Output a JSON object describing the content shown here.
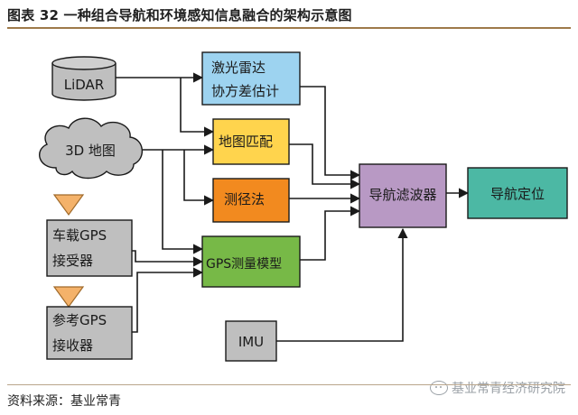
{
  "figure": {
    "title": "图表 32  一种组合导航和环境感知信息融合的架构示意图",
    "source": "资料来源：基业常青",
    "watermark": "基业常青经济研究院"
  },
  "nodes": {
    "lidar": "LiDAR",
    "map3d": "3D 地图",
    "gps_vehicle_1": "车载GPS",
    "gps_vehicle_2": "接受器",
    "gps_ref_1": "参考GPS",
    "gps_ref_2": "接收器",
    "lidar_est_1": "激光雷达",
    "lidar_est_2": "协方差估计",
    "map_match": "地图匹配",
    "ranging": "测径法",
    "gps_model": "GPS测量模型",
    "imu": "IMU",
    "nav_filter": "导航滤波器",
    "nav_position": "导航定位"
  },
  "colors": {
    "grey": "#bfbfbf",
    "lightblue": "#9dd3f0",
    "yellow": "#ffd44d",
    "orange": "#f28a1f",
    "green": "#77b947",
    "purple": "#b899c4",
    "teal": "#4cb8a4",
    "antenna": "#f4b26a"
  }
}
